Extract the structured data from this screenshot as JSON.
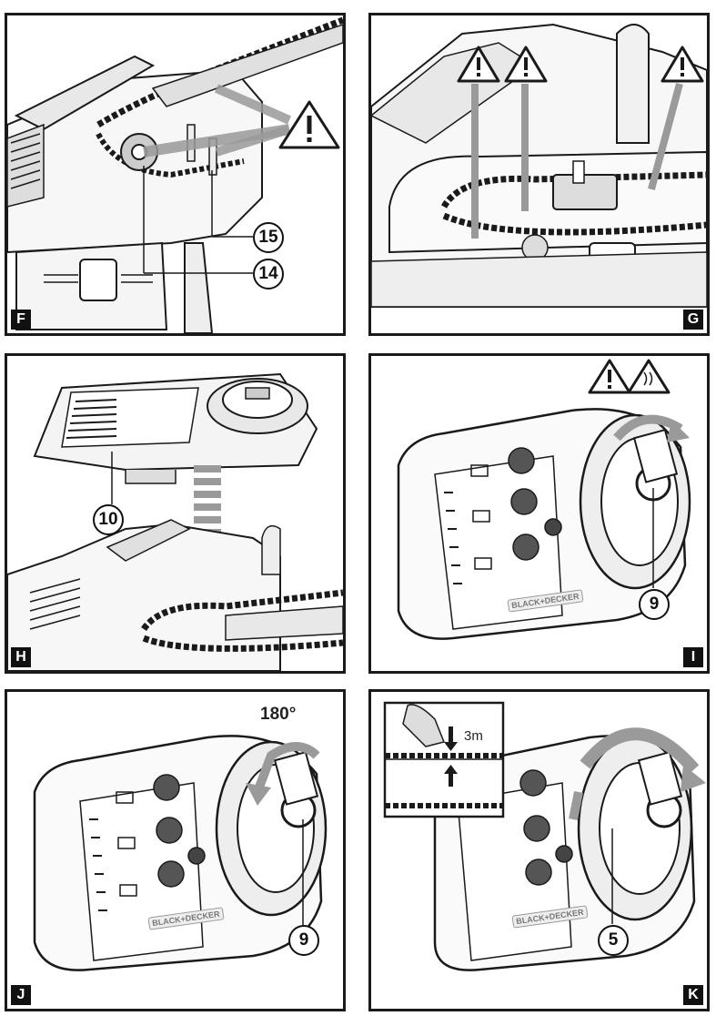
{
  "panels": {
    "F": {
      "letter": "F",
      "callouts": [
        "15",
        "14"
      ]
    },
    "G": {
      "letter": "G"
    },
    "H": {
      "letter": "H",
      "callouts": [
        "10"
      ]
    },
    "I": {
      "letter": "I",
      "callouts": [
        "9"
      ],
      "brand": "BLACK+DECKER"
    },
    "J": {
      "letter": "J",
      "callouts": [
        "9"
      ],
      "rotation": "180°",
      "brand": "BLACK+DECKER"
    },
    "K": {
      "letter": "K",
      "callouts": [
        "5"
      ],
      "inset_label": "3m",
      "brand": "BLACK+DECKER"
    }
  },
  "icons": [
    "warning-triangle-icon",
    "hot-surface-warning-icon",
    "rotation-arrow-icon",
    "down-arrow-icon",
    "up-arrow-icon"
  ],
  "colors": {
    "line": "#1a1a1a",
    "arrow_grey": "#9a9a9a",
    "fill_grey": "#d9d9d9"
  }
}
